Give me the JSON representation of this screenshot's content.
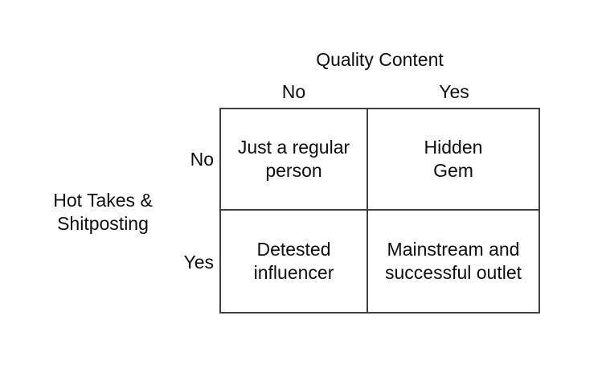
{
  "colors": {
    "background": "#ffffff",
    "line": "#404040",
    "text": "#0d0d0d"
  },
  "matrix": {
    "title": "Quality Content",
    "column_axis": {
      "labels": [
        "No",
        "Yes"
      ]
    },
    "row_axis": {
      "title": "Hot Takes &\nShitposting",
      "labels": [
        "No",
        "Yes"
      ]
    },
    "cells": [
      [
        "Just a regular\nperson",
        "Hidden\nGem"
      ],
      [
        "Detested\ninfluencer",
        "Mainstream and\nsuccessful outlet"
      ]
    ]
  }
}
